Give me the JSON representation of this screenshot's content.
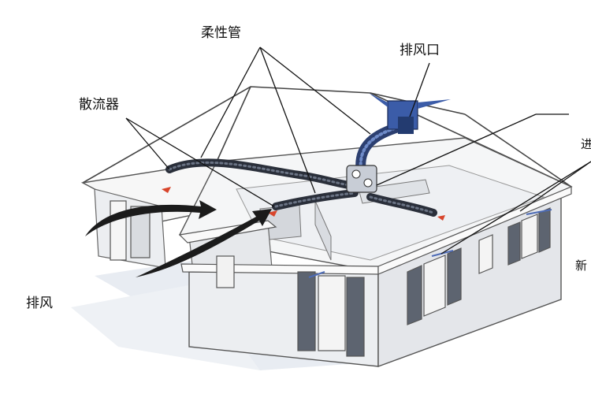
{
  "labels": {
    "flexible_pipe": "柔性管",
    "exhaust_port": "排风口",
    "diffuser": "散流器",
    "exhaust": "排风",
    "cut_right_1": "进",
    "cut_right_2": "新"
  },
  "colors": {
    "roof": "#f3f3f3",
    "wall": "#e9eaec",
    "wall_dark": "#cfd2d6",
    "floor": "#dfe4ea",
    "duct": "#2a2f3a",
    "duct_highlight": "#5f7fc0",
    "arrow_blue": "#4d6bb5",
    "arrow_red": "#d8452b",
    "leader": "#111111"
  }
}
